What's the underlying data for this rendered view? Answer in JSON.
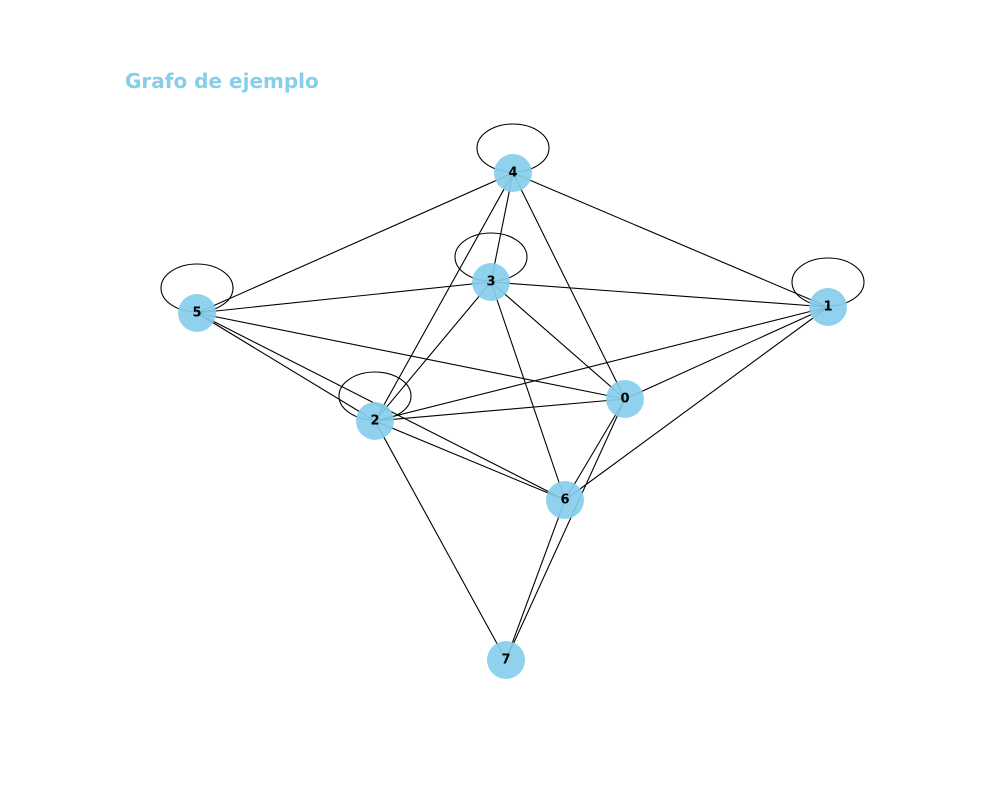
{
  "title": "Grafo de ejemplo",
  "colors": {
    "title": "#87ceeb",
    "node_fill": "#87ceeb",
    "edge": "#000000",
    "label": "#000000",
    "background": "#ffffff"
  },
  "graph": {
    "nodes": [
      {
        "id": "0",
        "label": "0"
      },
      {
        "id": "1",
        "label": "1"
      },
      {
        "id": "2",
        "label": "2"
      },
      {
        "id": "3",
        "label": "3"
      },
      {
        "id": "4",
        "label": "4"
      },
      {
        "id": "5",
        "label": "5"
      },
      {
        "id": "6",
        "label": "6"
      },
      {
        "id": "7",
        "label": "7"
      }
    ],
    "edges": [
      [
        "4",
        "5"
      ],
      [
        "4",
        "3"
      ],
      [
        "4",
        "2"
      ],
      [
        "4",
        "0"
      ],
      [
        "4",
        "1"
      ],
      [
        "3",
        "5"
      ],
      [
        "3",
        "1"
      ],
      [
        "3",
        "2"
      ],
      [
        "3",
        "0"
      ],
      [
        "3",
        "6"
      ],
      [
        "5",
        "0"
      ],
      [
        "5",
        "2"
      ],
      [
        "5",
        "6"
      ],
      [
        "1",
        "2"
      ],
      [
        "1",
        "0"
      ],
      [
        "1",
        "6"
      ],
      [
        "2",
        "0"
      ],
      [
        "2",
        "6"
      ],
      [
        "2",
        "7"
      ],
      [
        "0",
        "6"
      ],
      [
        "0",
        "7"
      ],
      [
        "6",
        "7"
      ]
    ],
    "self_loops": [
      "4",
      "3",
      "5",
      "1",
      "2"
    ]
  }
}
